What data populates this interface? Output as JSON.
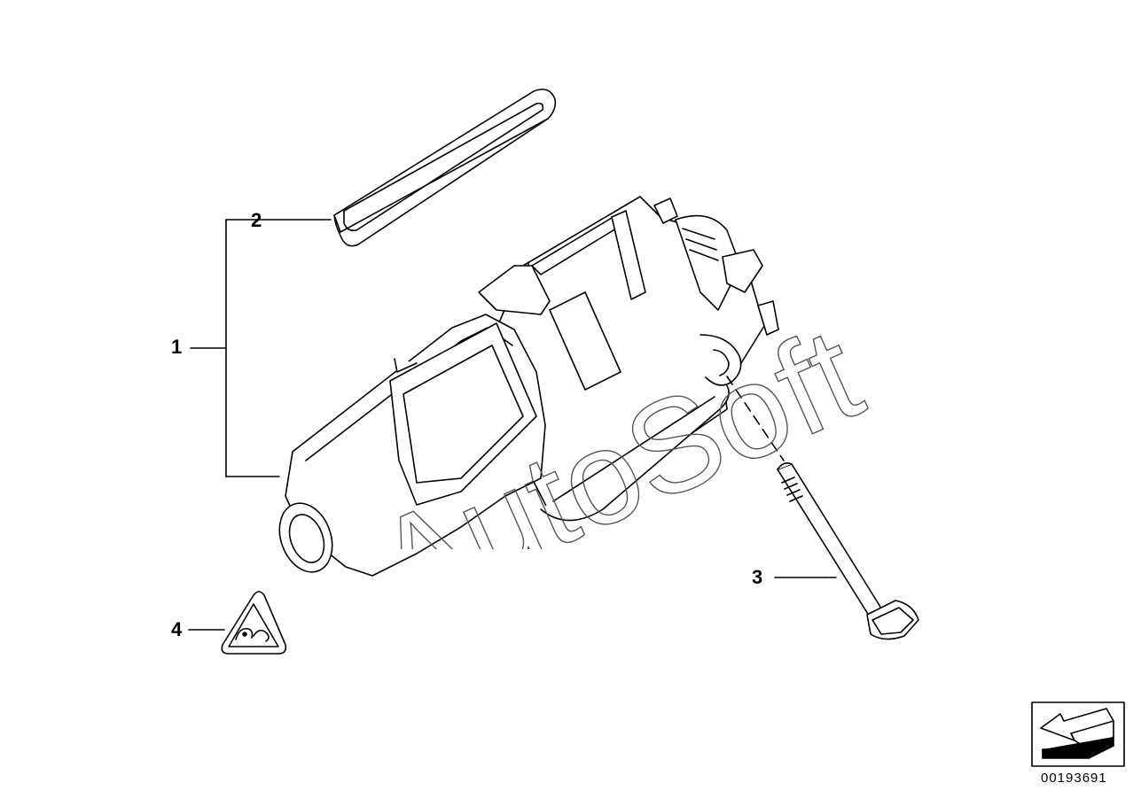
{
  "callouts": {
    "part1": "1",
    "part2": "2",
    "part3": "3",
    "part4": "4"
  },
  "document_number": "00193691",
  "watermark_text": "AutoSoft",
  "icons": [
    "gasket-ring",
    "ignition-lock-housing",
    "bolt",
    "hazard-triangle-icon",
    "navigation-arrow-icon"
  ],
  "colors": {
    "line": "#000000",
    "background": "#ffffff"
  }
}
